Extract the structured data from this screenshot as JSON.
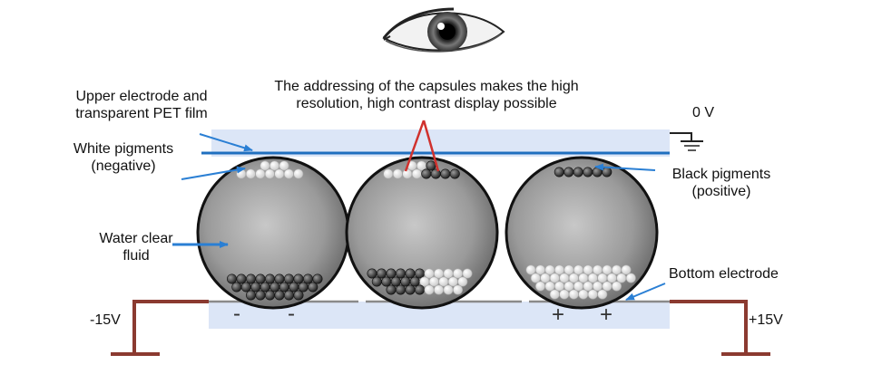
{
  "labels": {
    "upper_electrode_line1": "Upper electrode and",
    "upper_electrode_line2": "transparent PET film",
    "addressing_line1": "The addressing of the capsules makes the high",
    "addressing_line2": "resolution, high contrast display possible",
    "zero_volt": "0 V",
    "white_pigments_line1": "White pigments",
    "white_pigments_line2": "(negative)",
    "black_pigments_line1": "Black pigments",
    "black_pigments_line2": "(positive)",
    "water_line1": "Water clear",
    "water_line2": "fluid",
    "bottom_electrode": "Bottom electrode",
    "minus_15v": "-15V",
    "plus_15v": "+15V"
  },
  "electrode_signs": [
    "-",
    "-",
    "+",
    "+"
  ],
  "colors": {
    "film": "#dce6f7",
    "electrode_line": "#1f6fbf",
    "arrow_blue": "#2a7fd4",
    "arrow_red": "#d0312d",
    "wire": "#8b3a30",
    "bottom_segment": "#8a8a8a"
  },
  "icons": [
    "eye-icon",
    "ground-icon"
  ]
}
